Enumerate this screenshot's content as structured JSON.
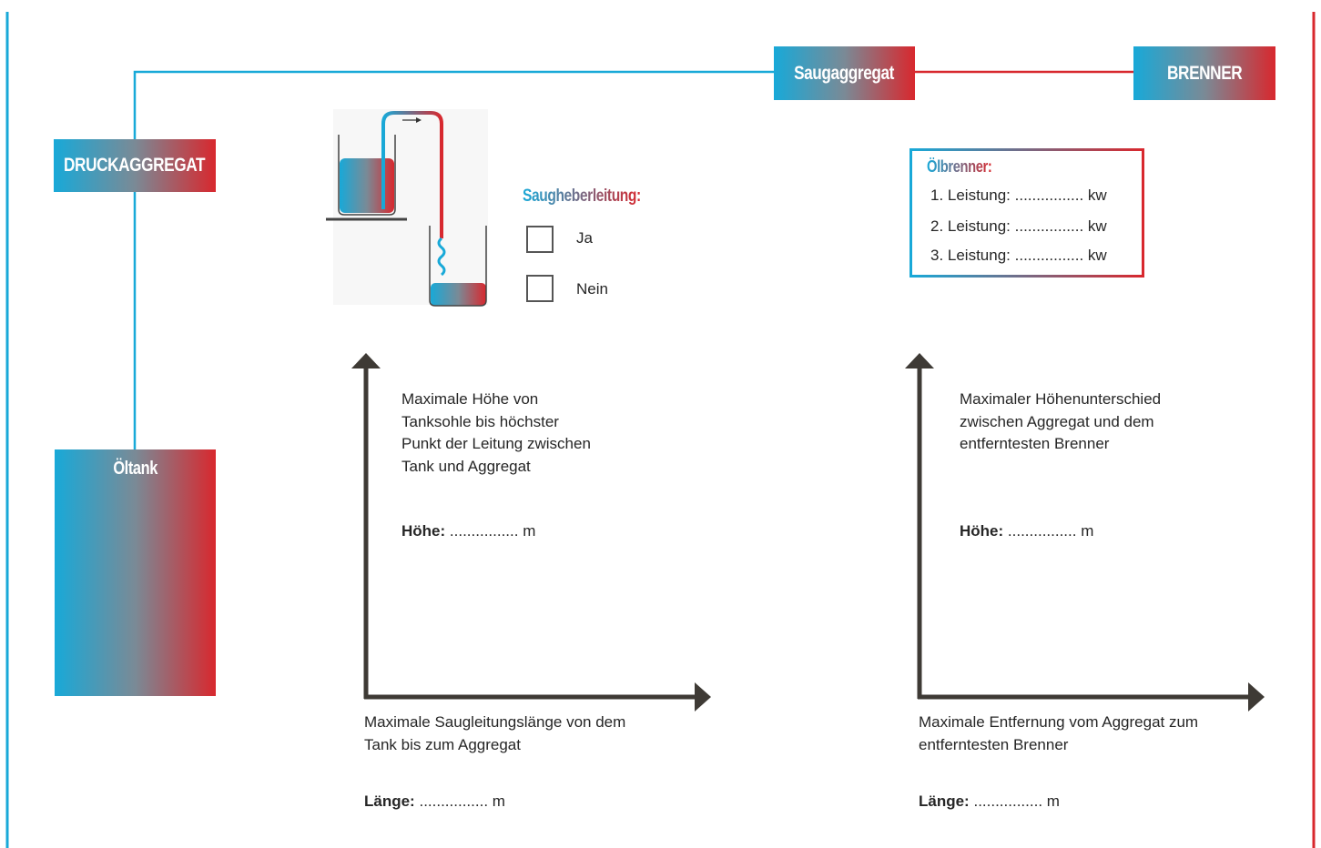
{
  "boxes": {
    "druckaggregat": "DRUCKAGGREGAT",
    "oeltank": "Öltank",
    "saugaggregat": "Saugaggregat",
    "brenner": "BRENNER"
  },
  "siphon": {
    "title": "Saugheberleitung:",
    "options": [
      "Ja",
      "Nein"
    ]
  },
  "burner_panel": {
    "title": "Ölbrenner:",
    "rows": [
      "1. Leistung: ................ kw",
      "2. Leistung: ................ kw",
      "3. Leistung: ................ kw"
    ]
  },
  "left_chart": {
    "y_text": [
      "Maximale Höhe von",
      "Tanksohle bis höchster",
      "Punkt der Leitung zwischen",
      "Tank und Aggregat"
    ],
    "height_label": "Höhe:",
    "height_value": "................ m",
    "x_text": [
      "Maximale Saugleitungslänge von dem",
      "Tank bis zum Aggregat"
    ],
    "length_label": "Länge:",
    "length_value": "................ m"
  },
  "right_chart": {
    "y_text": [
      "Maximaler Höhenunterschied",
      "zwischen Aggregat und dem",
      "entferntesten Brenner"
    ],
    "height_label": "Höhe:",
    "height_value": "................ m",
    "x_text": [
      "Maximale Entfernung vom Aggregat zum",
      "entferntesten Brenner"
    ],
    "length_label": "Länge:",
    "length_value": "................ m"
  },
  "colors": {
    "blue": "#18a9d8",
    "red": "#d8282e",
    "axis": "#3e3a35"
  }
}
